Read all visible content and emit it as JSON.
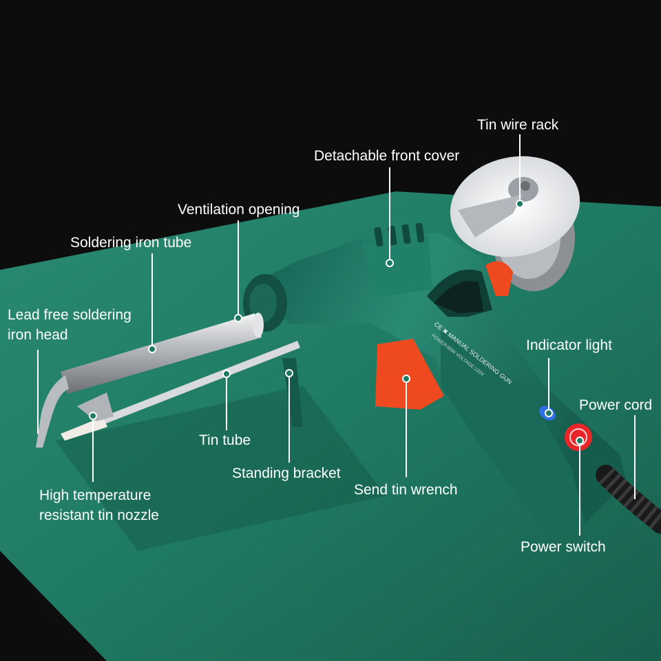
{
  "product": {
    "body_print": "CE ✖ MANUAL SOLDERING GUN",
    "body_spec_print": "POWER:60W VOLTAGE:220V"
  },
  "labels": [
    {
      "id": "tin-wire-rack",
      "text": "Tin wire rack"
    },
    {
      "id": "detachable-front-cover",
      "text": "Detachable front cover"
    },
    {
      "id": "ventilation-opening",
      "text": "Ventilation opening"
    },
    {
      "id": "soldering-iron-tube",
      "text": "Soldering iron tube"
    },
    {
      "id": "lead-free-soldering-iron-head",
      "text": "Lead free soldering\niron head"
    },
    {
      "id": "indicator-light",
      "text": "Indicator light"
    },
    {
      "id": "power-cord",
      "text": "Power cord"
    },
    {
      "id": "tin-tube",
      "text": "Tin tube"
    },
    {
      "id": "standing-bracket",
      "text": "Standing bracket"
    },
    {
      "id": "send-tin-wrench",
      "text": "Send tin wrench"
    },
    {
      "id": "high-temperature-resistant-tin-nozzle",
      "text": "High temperature\nresistant tin nozzle"
    },
    {
      "id": "power-switch",
      "text": "Power switch"
    }
  ],
  "colors": {
    "background": "#0d0d0d",
    "mat": "#1f7a63",
    "gun_body": "#1b6e5d",
    "trigger": "#ef4a1f",
    "switch": "#e8262a",
    "indicator": "#2f6fe8",
    "metal": "#c9ccd0",
    "label_text": "#ffffff"
  }
}
